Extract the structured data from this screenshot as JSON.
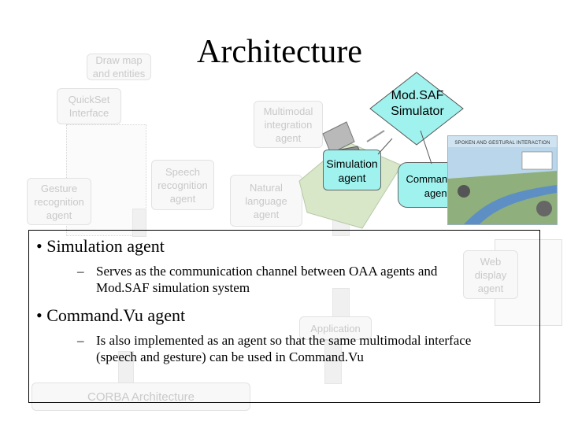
{
  "title": "Architecture",
  "faded": {
    "draw_map": "Draw map\nand entities",
    "quickset": "QuickSet\nInterface",
    "multimodal": "Multimodal\nintegration\nagent",
    "speech": "Speech\nrecognition\nagent",
    "gesture": "Gesture\nrecognition\nagent",
    "natural": "Natural\nlanguage\nagent",
    "web_display": "Web\ndisplay\nagent",
    "application": "Application",
    "corba": "CORBA Architecture"
  },
  "modsaf": "Mod.SAF\nSimulator",
  "simulation_agent": "Simulation\nagent",
  "commandvu_agent": "Command.Vu\nagent",
  "screenshot_title": "SPOKEN AND GESTURAL INTERACTION",
  "bullets": [
    {
      "marker": "•",
      "text": "Simulation agent",
      "sub_marker": "–",
      "sub_line1": "Serves as the communication channel between OAA agents and",
      "sub_line2": "Mod.SAF simulation system"
    },
    {
      "marker": "•",
      "text": "Command.Vu agent",
      "sub_marker": "–",
      "sub_line1": "Is also implemented as an agent so that the same multimodal interface",
      "sub_line2": "(speech and gesture) can be used in Command.Vu"
    }
  ],
  "colors": {
    "agent_fill": "#9ff2ee",
    "modsaf_fill": "#9ff2ee",
    "faded_text": "#c9c9c9"
  }
}
